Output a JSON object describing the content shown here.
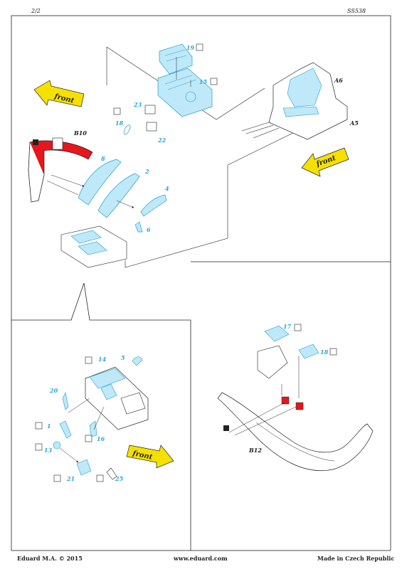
{
  "header": {
    "page": "2/2",
    "code": "SS538"
  },
  "footer": {
    "left": "Eduard M.A. © 2015",
    "center": "www.eduard.com",
    "right": "Made in Czech Republic"
  },
  "arrows": {
    "front": "front"
  },
  "labels": {
    "b10": "B10",
    "a6": "A6",
    "a5": "A5",
    "b12": "B12",
    "p19": "19",
    "p15": "15",
    "p23": "23",
    "p18": "18",
    "p22": "22",
    "p8": "8",
    "p2": "2",
    "p4": "4",
    "p6": "6",
    "p14": "14",
    "p5": "5",
    "p20": "20",
    "p1": "1",
    "p16": "16",
    "p13": "13",
    "p21": "21",
    "p25": "25",
    "p17": "17",
    "p18b": "18"
  },
  "colors": {
    "etch": "#bfe8f8",
    "etch_stroke": "#1f9fd8",
    "red": "#e6161c",
    "arrow": "#f6e000",
    "ink": "#222222"
  }
}
